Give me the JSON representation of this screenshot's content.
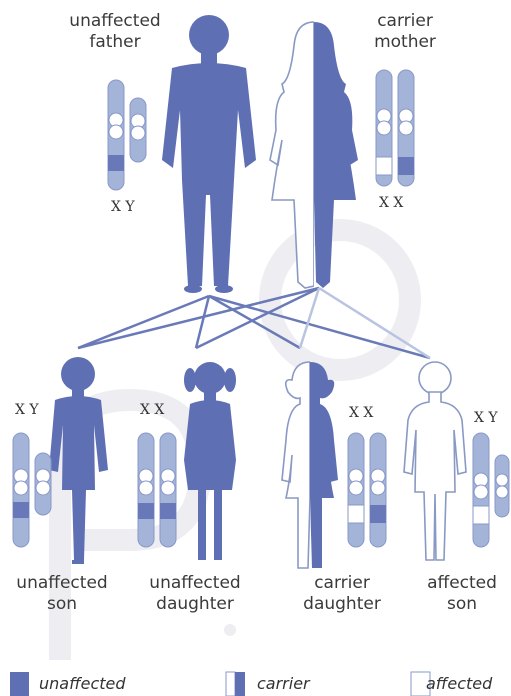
{
  "parents": {
    "father": {
      "line1": "unaffected",
      "line2": "father",
      "chromosomes": "X Y"
    },
    "mother": {
      "line1": "carrier",
      "line2": "mother",
      "chromosomes": "X X"
    }
  },
  "children": [
    {
      "line1": "unaffected",
      "line2": "son",
      "chromosomes": "X Y"
    },
    {
      "line1": "unaffected",
      "line2": "daughter",
      "chromosomes": "X X"
    },
    {
      "line1": "carrier",
      "line2": "daughter",
      "chromosomes": "X X"
    },
    {
      "line1": "affected",
      "line2": "son",
      "chromosomes": "X Y"
    }
  ],
  "legend": {
    "unaffected": "unaffected",
    "carrier": "carrier",
    "affected": "affected"
  },
  "colors": {
    "figure": "#5f6fb4",
    "chromosome": "#a4b4d8",
    "chromosome_outline": "#8898c8",
    "band_normal": "#6878b8",
    "outline": "#8a99c4",
    "watermark": "#ececf1"
  }
}
